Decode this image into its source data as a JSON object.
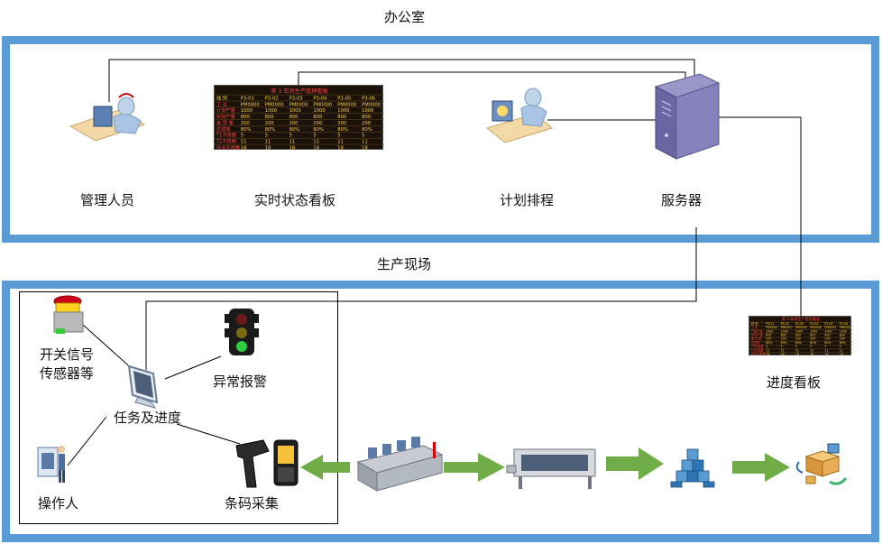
{
  "zones": {
    "office": "办公室",
    "production": "生产现场"
  },
  "nodes": {
    "manager": "管理人员",
    "status_board": "实时状态看板",
    "planning": "计划排程",
    "server": "服务器",
    "progress_board": "进度看板",
    "switch_sensor_line1": "开关信号",
    "switch_sensor_line2": "传感器等",
    "alarm": "异常报警",
    "task_progress": "任务及进度",
    "operator": "操作人",
    "barcode": "条码采集"
  },
  "board": {
    "title": "第 3 车间生产管理看板",
    "headers": [
      "线 别",
      "P3-01",
      "P3-02",
      "P3-03",
      "P3-04",
      "P3-05",
      "P3-06"
    ],
    "rows": [
      [
        "工  位",
        "PM0000",
        "PM0000",
        "PM0000",
        "PM0000",
        "PM0000",
        "PM0000"
      ],
      [
        "计划产量",
        "1000",
        "1000",
        "1000",
        "1000",
        "1000",
        "1000"
      ],
      [
        "实际产量",
        "800",
        "800",
        "800",
        "800",
        "800",
        "800"
      ],
      [
        "差 异 量",
        "200",
        "200",
        "200",
        "200",
        "200",
        "200"
      ],
      [
        "达成率",
        "80%",
        "80%",
        "80%",
        "80%",
        "80%",
        "80%"
      ],
      [
        "T1不良数",
        "5",
        "5",
        "5",
        "5",
        "5",
        "5"
      ],
      [
        "T2不良数",
        "11",
        "11",
        "11",
        "11",
        "11",
        "11"
      ],
      [
        "作业不良数",
        "18",
        "18",
        "18",
        "18",
        "18",
        "18"
      ]
    ]
  },
  "colors": {
    "zone_border": "#5b9bd5",
    "arrow": "#70ad47",
    "connector": "#000000"
  }
}
